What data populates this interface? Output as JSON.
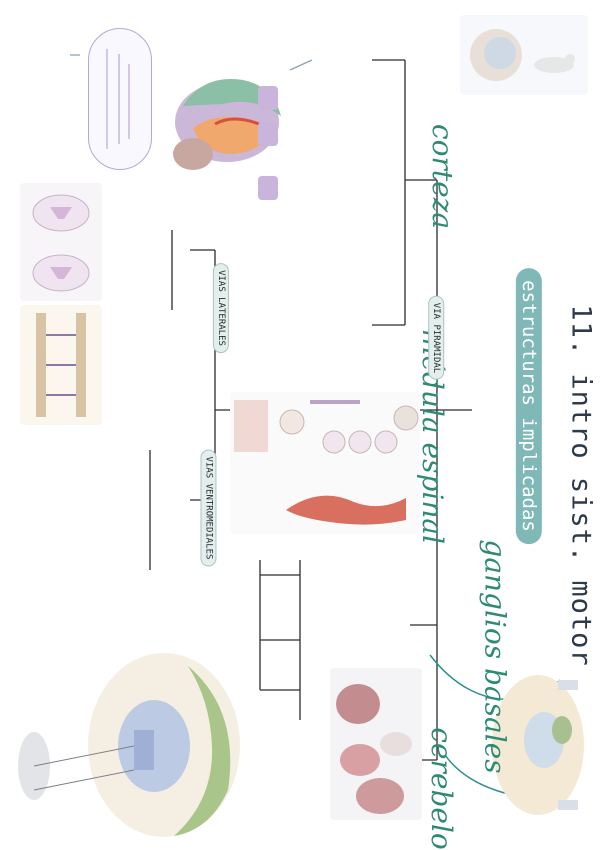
{
  "title": "11. intro sist. motor",
  "section": "estructuras implicadas",
  "topics": {
    "corteza": "corteza",
    "medula": "médula espinal",
    "ganglios": "ganglios basales",
    "cerebelo": "cerebelo"
  },
  "via_piramidal": "VIA PIRAMIDAL",
  "vias_laterales": "VIAS LATERALES",
  "vias_ventromediales": "VIAS VENTROMEDIALES",
  "colors": {
    "accent_green": "#2e8b72",
    "pill_teal": "#7fb8b6",
    "lavender": "#b7a6d6"
  }
}
